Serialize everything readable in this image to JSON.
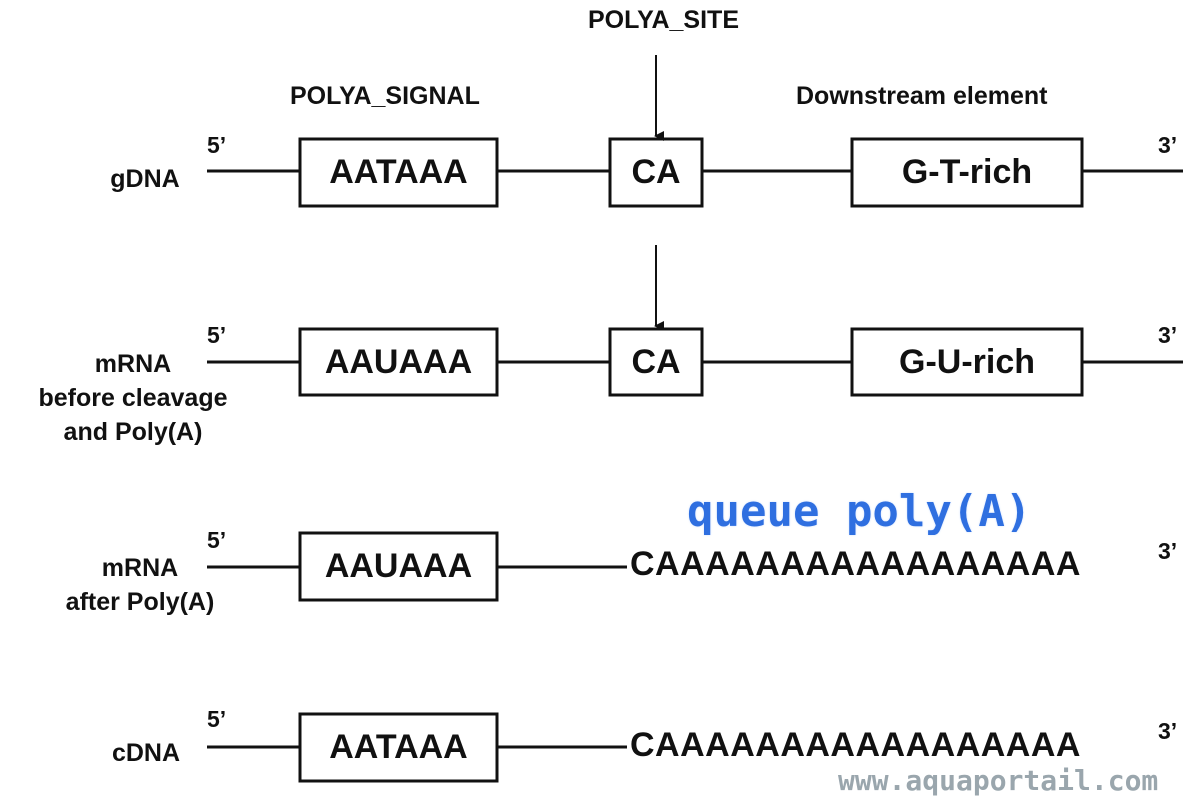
{
  "headers": {
    "polya_signal": "POLYA_SIGNAL",
    "polya_site": "POLYA_SITE",
    "downstream": "Downstream element"
  },
  "rows": {
    "gdna": {
      "label": [
        "gDNA"
      ],
      "five": "5’",
      "three": "3’",
      "box_signal": "AATAAA",
      "box_site": "CA",
      "box_downstream": "G-T-rich"
    },
    "mrna_before": {
      "label": [
        "mRNA",
        "before cleavage",
        "and Poly(A)"
      ],
      "five": "5’",
      "three": "3’",
      "box_signal": "AAUAAA",
      "box_site": "CA",
      "box_downstream": "G-U-rich"
    },
    "mrna_after": {
      "label": [
        "mRNA",
        "after Poly(A)"
      ],
      "five": "5’",
      "three": "3’",
      "box_signal": "AAUAAA",
      "tail": "CAAAAAAAAAAAAAAAAA",
      "annotation": "queue poly(A)"
    },
    "cdna": {
      "label": [
        "cDNA"
      ],
      "five": "5’",
      "three": "3’",
      "box_signal": "AATAAA",
      "tail": "CAAAAAAAAAAAAAAAAA"
    }
  },
  "watermark": "www.aquaportail.com"
}
